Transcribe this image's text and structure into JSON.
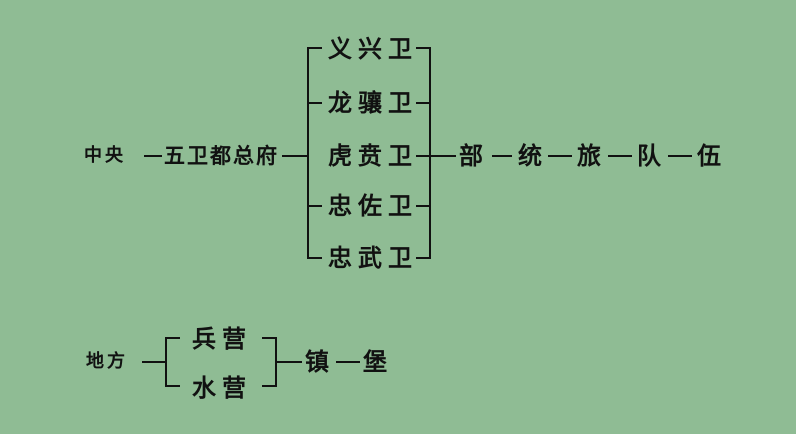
{
  "central": {
    "label": "中央",
    "office": "五卫都总府",
    "guards": [
      "义兴卫",
      "龙骧卫",
      "虎贲卫",
      "忠佐卫",
      "忠武卫"
    ],
    "chain": [
      "部",
      "统",
      "旅",
      "队",
      "伍"
    ]
  },
  "local": {
    "label": "地方",
    "camps": [
      "兵营",
      "水营"
    ],
    "chain": [
      "镇",
      "堡"
    ]
  },
  "colors": {
    "background": "#8fbc94",
    "text": "#111111",
    "line": "#111111"
  }
}
